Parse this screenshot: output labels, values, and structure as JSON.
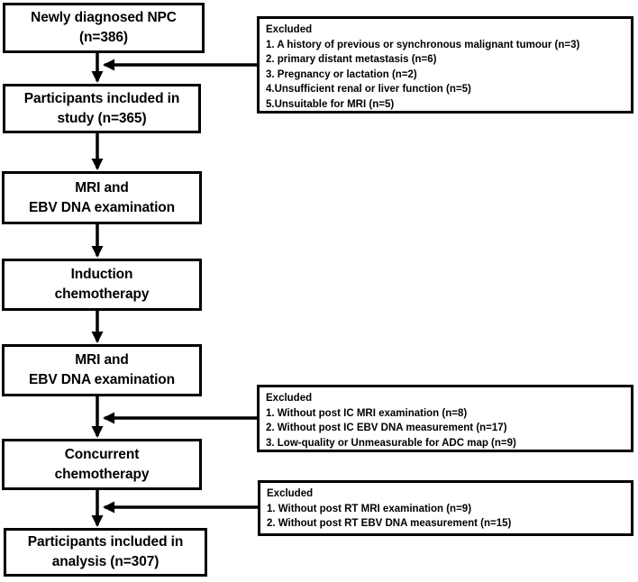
{
  "colors": {
    "ink": "#000000",
    "background": "#ffffff"
  },
  "main_boxes": [
    {
      "line1": "Newly diagnosed NPC",
      "line2": "(n=386)"
    },
    {
      "line1": "Participants included in",
      "line2": "study (n=365)"
    },
    {
      "line1": "MRI and",
      "line2": "EBV DNA examination"
    },
    {
      "line1": "Induction",
      "line2": "chemotherapy"
    },
    {
      "line1": "MRI and",
      "line2": "EBV DNA examination"
    },
    {
      "line1": "Concurrent",
      "line2": "chemotherapy"
    },
    {
      "line1": "Participants included in",
      "line2": "analysis (n=307)"
    }
  ],
  "exclusion_boxes": [
    {
      "header": "Excluded",
      "items": [
        "1. A history of previous or synchronous malignant tumour (n=3)",
        "2. primary distant metastasis (n=6)",
        "3. Pregnancy or lactation (n=2)",
        "4.Unsufficient renal or liver function (n=5)",
        "5.Unsuitable for MRI (n=5)"
      ]
    },
    {
      "header": "Excluded",
      "items": [
        "1. Without post IC MRI examination (n=8)",
        "2. Without post IC EBV DNA measurement (n=17)",
        "3. Low-quality or Unmeasurable for ADC map (n=9)"
      ]
    },
    {
      "header": "Excluded",
      "items": [
        "1. Without post RT MRI examination (n=9)",
        "2. Without post RT EBV DNA measurement (n=15)"
      ]
    }
  ]
}
